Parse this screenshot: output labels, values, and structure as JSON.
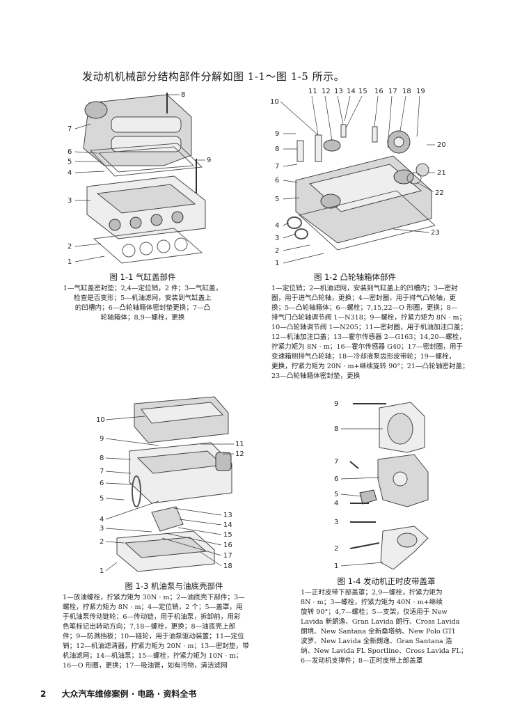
{
  "intro_text": "发动机机械部分结构部件分解如图 1-1～图 1-5 所示。",
  "figures": {
    "fig1": {
      "caption": "图 1-1   气缸盖部件",
      "desc_lines": [
        "1—气缸盖密封垫；2,4—定位销，2 件；3—气缸盖，",
        "检查是否变形；5—机油滤网，安装到气缸盖上",
        "的凹槽内；6—凸轮轴箱体密封垫更换；7—凸",
        "轮轴箱体；8,9—螺栓，更换"
      ],
      "callouts": [
        "8",
        "7",
        "6",
        "5",
        "4",
        "9",
        "3",
        "2",
        "1"
      ]
    },
    "fig2": {
      "caption": "图 1-2   凸轮轴箱体部件",
      "desc_lines": [
        "1—定位销；2—机油滤网，安装到气缸盖上的凹槽内；3—密封",
        "圈，用于进气凸轮轴，更换；4—密封圈，用于排气凸轮轴，更",
        "换；5—凸轮轴箱体；6—螺栓；7,15,22—O 形圈，更换；8—",
        "排气门凸轮轴调节阀 1—N318；9—螺栓，拧紧力矩为 8N · m；",
        "10—凸轮轴调节阀 1—N205；11—密封圈，用于机油加注口盖；",
        "12—机油加注口盖；13—霍尔传感器 2—G163；14,20—螺栓，",
        "拧紧力矩为 8N · m；16—霍尔传感器 G40；17—密封圈，用于",
        "变速箱侧排气凸轮轴；18—冷却液泵齿形皮带轮；19—螺栓，",
        "更换，拧紧力矩为 20N · m+继续旋转 90°；21—凸轮轴密封盖；",
        "23—凸轮轴箱体密封垫，更换"
      ],
      "callouts_top": [
        "11",
        "12",
        "13",
        "14",
        "15",
        "16",
        "17",
        "18",
        "19"
      ],
      "callouts_side": [
        "10",
        "9",
        "8",
        "7",
        "6",
        "5",
        "4",
        "3",
        "2",
        "1",
        "20",
        "21",
        "22",
        "23"
      ]
    },
    "fig3": {
      "caption": "图 1-3   机油泵与油底壳部件",
      "desc_lines": [
        "1—放油螺栓，拧紧力矩为 30N · m；2—油底壳下部件；3—",
        "螺栓，拧紧力矩为 8N · m；4—定位销，2 个；5—盖罩，用",
        "于机油泵传动链轮；6—传动链，用于机油泵，拆卸前，用彩",
        "色笔标记出转动方向；7,18—螺栓，更换；8—油底壳上部",
        "件；9—防溅挡板；10—链轮，用于油泵驱动装置；11—定位",
        "销；12—机油滤清器，拧紧力矩为 20N · m；13—密封垫，带",
        "机油滤网；14—机油泵；15—螺栓，拧紧力矩为 10N · m；",
        "16—O 形圈，更换；17—吸油管，如有污物，清洁滤网"
      ],
      "callouts_left": [
        "10",
        "9",
        "8",
        "7",
        "6",
        "5",
        "4",
        "3",
        "2",
        "1"
      ],
      "callouts_right": [
        "11",
        "12",
        "13",
        "14",
        "15",
        "16",
        "17",
        "18"
      ]
    },
    "fig4": {
      "caption": "图 1-4   发动机正时皮带盖罩",
      "desc_lines": [
        "1—正时皮带下部盖罩；2,9—螺栓，拧紧力矩为",
        "8N · m；3—螺栓，拧紧力矩为 40N · m+继续",
        "旋转 90°；4,7—螺栓；5—支架，仅适用于 New",
        "Lavida 新朗逸、Gran Lavida 朗行、Cross Lavida",
        "朗境、New Santana 全新桑塔纳、New Polo GTI",
        "波罗、New Lavida 全新朗逸、Gran Santana 浩",
        "纳、New Lavida FL Sportline、Cross Lavida FL；",
        "6—发动机支撑件；8—正时皮带上部盖罩"
      ],
      "callouts": [
        "9",
        "8",
        "7",
        "6",
        "5",
        "4",
        "3",
        "2",
        "1"
      ]
    }
  },
  "footer": {
    "page_number": "2",
    "book_title": "大众汽车维修案例 · 电路 · 资料全书"
  }
}
